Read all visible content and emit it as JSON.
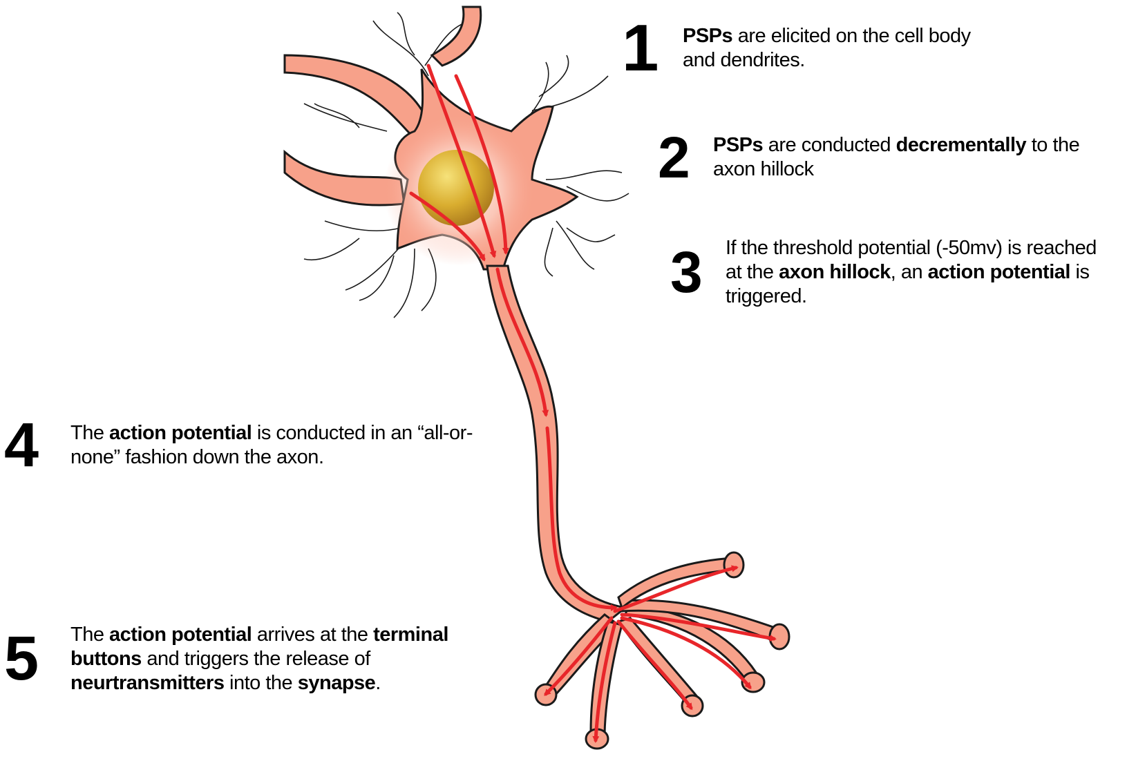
{
  "colors": {
    "membrane": "#f7a18a",
    "outline": "#1a1a1a",
    "nucleus": "#d4a72c",
    "arrow": "#e8262a"
  },
  "steps": [
    {
      "number": "1",
      "segments": [
        {
          "text": "PSPs",
          "bold": true
        },
        {
          "text": " are elicited on the cell body and dendrites.",
          "bold": false
        }
      ]
    },
    {
      "number": "2",
      "segments": [
        {
          "text": "PSPs",
          "bold": true
        },
        {
          "text": " are conducted ",
          "bold": false
        },
        {
          "text": "decrementally",
          "bold": true
        },
        {
          "text": " to the axon hillock",
          "bold": false
        }
      ]
    },
    {
      "number": "3",
      "segments": [
        {
          "text": "If the threshold potential (-50mv) is reached at the ",
          "bold": false
        },
        {
          "text": "axon hillock",
          "bold": true
        },
        {
          "text": ", an ",
          "bold": false
        },
        {
          "text": "action potential",
          "bold": true
        },
        {
          "text": " is triggered.",
          "bold": false
        }
      ]
    },
    {
      "number": "4",
      "segments": [
        {
          "text": "The ",
          "bold": false
        },
        {
          "text": "action potential",
          "bold": true
        },
        {
          "text": " is conducted in an “all-or-none” fashion down the axon.",
          "bold": false
        }
      ]
    },
    {
      "number": "5",
      "segments": [
        {
          "text": "The ",
          "bold": false
        },
        {
          "text": "action potential",
          "bold": true
        },
        {
          "text": " arrives at the ",
          "bold": false
        },
        {
          "text": "terminal buttons",
          "bold": true
        },
        {
          "text": " and triggers the release of ",
          "bold": false
        },
        {
          "text": "neurtransmitters",
          "bold": true
        },
        {
          "text": " into the ",
          "bold": false
        },
        {
          "text": "synapse",
          "bold": true
        },
        {
          "text": ".",
          "bold": false
        }
      ]
    }
  ]
}
